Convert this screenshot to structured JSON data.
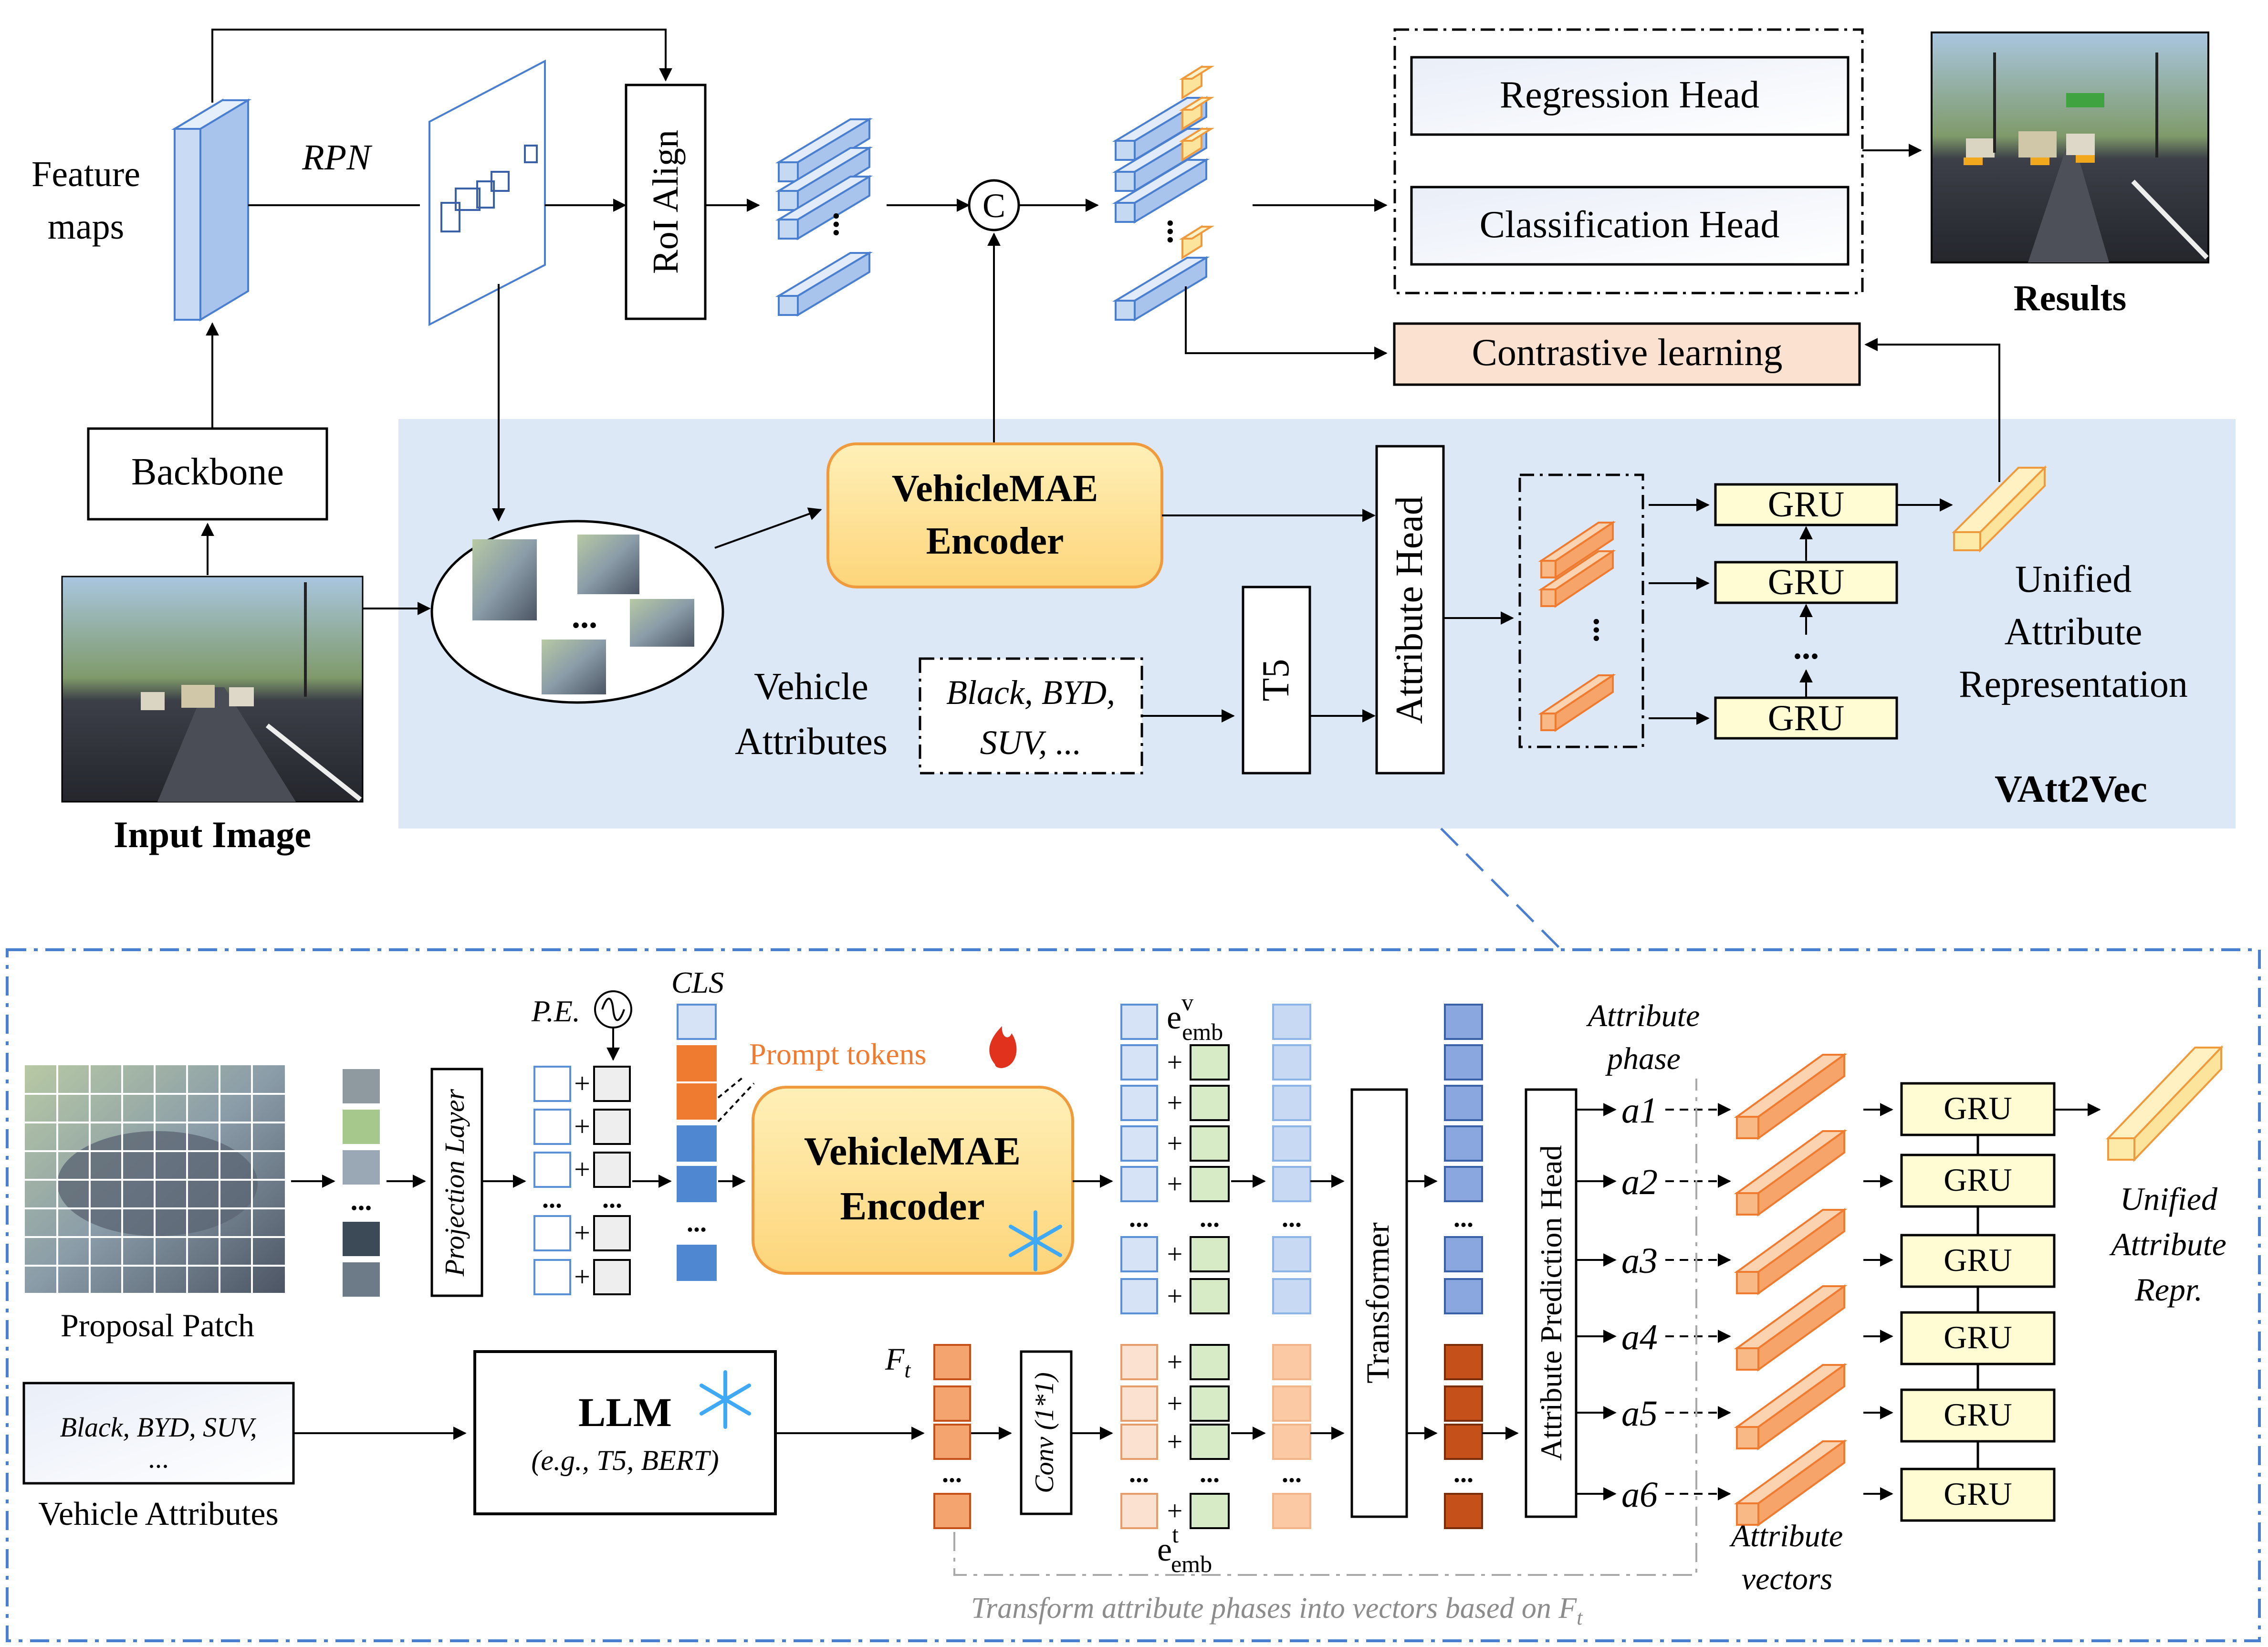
{
  "top": {
    "feature_maps": [
      "Feature",
      "maps"
    ],
    "rpn": "RPN",
    "roi_align": "RoI Align",
    "concat_symbol": "C",
    "regression_head": "Regression Head",
    "classification_head": "Classification Head",
    "results": "Results",
    "contrastive": "Contrastive learning",
    "backbone": "Backbone",
    "input_image": "Input Image",
    "encoder": [
      "VehicleMAE",
      "Encoder"
    ],
    "attribute_head": "Attribute Head",
    "t5": "T5",
    "vehicle_attributes": [
      "Vehicle",
      "Attributes"
    ],
    "attribute_text": [
      "Black, BYD,",
      "SUV, ..."
    ],
    "gru": "GRU",
    "unified": [
      "Unified",
      "Attribute",
      "Representation"
    ],
    "vatt2vec": "VAtt2Vec",
    "ellipsis": "..."
  },
  "bottom": {
    "proposal_patch": "Proposal Patch",
    "projection_layer": "Projection Layer",
    "pe": "P.E.",
    "cls": "CLS",
    "prompt_tokens": "Prompt tokens",
    "encoder": [
      "VehicleMAE",
      "Encoder"
    ],
    "e_v_base": "e",
    "e_v_sup": "v",
    "e_sub": "emb",
    "e_t_base": "e",
    "e_t_sup": "t",
    "transformer": "Transformer",
    "attr_pred_head": "Attribute Prediction Head",
    "attribute_phase": [
      "Attribute",
      "phase"
    ],
    "phases": [
      "a1",
      "a2",
      "a3",
      "a4",
      "a5",
      "a6"
    ],
    "gru": "GRU",
    "unified": [
      "Unified",
      "Attribute",
      "Repr."
    ],
    "attribute_vectors": [
      "Attribute",
      "vectors"
    ],
    "llm": "LLM",
    "llm_examples": "(e.g., T5, BERT)",
    "attr_text": [
      "Black, BYD, SUV,",
      "..."
    ],
    "vehicle_attributes": "Vehicle Attributes",
    "ft_base": "F",
    "ft_sub": "t",
    "conv": "Conv (1*1)",
    "caption": "Transform attribute phases into vectors based on F",
    "caption_sub": "t",
    "plus": "+",
    "dots": "..."
  },
  "colors": {
    "blue_panel": "#dde8f6",
    "encoder_fill": "#fde49c",
    "encoder_stroke": "#f09a3e",
    "contrastive_fill": "#fbe1d0",
    "gru_fill": "#fffbd2",
    "light_blue": "#d6e3f6",
    "mid_blue": "#4f87d1",
    "orange": "#ee7b2f",
    "dark_orange": "#c5501a",
    "green": "#d6ebc6"
  }
}
